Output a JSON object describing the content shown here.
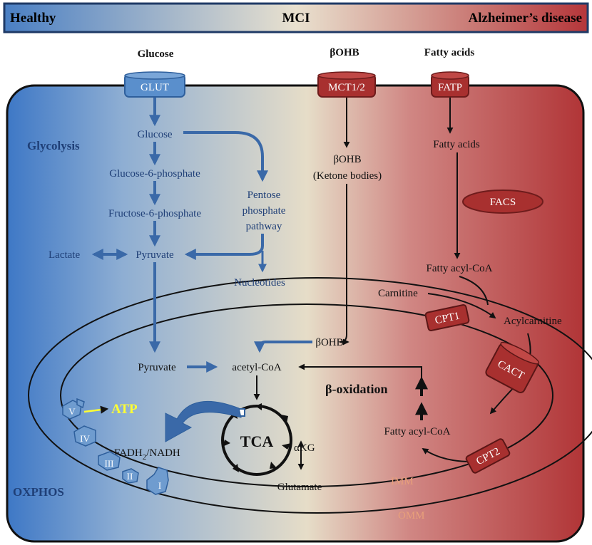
{
  "header": {
    "healthy": "Healthy",
    "mci": "MCI",
    "alzheimers": "Alzheimer’s disease"
  },
  "inputs": {
    "glucose": "Glucose",
    "bohb": "βOHB",
    "fatty_acids": "Fatty acids"
  },
  "transporters": {
    "glut": "GLUT",
    "mct": "MCT1/2",
    "fatp": "FATP"
  },
  "glycolysis": {
    "title": "Glycolysis",
    "glucose": "Glucose",
    "g6p": "Glucose-6-phosphate",
    "f6p": "Fructose-6-phosphate",
    "pyruvate": "Pyruvate",
    "lactate": "Lactate",
    "ppp": [
      "Pentose",
      "phosphate",
      "pathway"
    ],
    "nucleotides": "Nucleotides"
  },
  "ketone": {
    "bohb_cyto": "βOHB",
    "ketone_bodies": "(Ketone bodies)",
    "bohb_mito": "βOHB"
  },
  "fatty": {
    "fatty_acids": "Fatty acids",
    "facs": "FACS",
    "fatty_acyl_coa": "Fatty acyl-CoA",
    "carnitine": "Carnitine",
    "acylcarnitine": "Acylcarnitine",
    "cpt1": "CPT1",
    "cact": "CACT",
    "cpt2": "CPT2",
    "fatty_acyl_coa_mito": "Fatty acyl-CoA",
    "beta_oxidation": "β-oxidation"
  },
  "mito": {
    "pyruvate": "Pyruvate",
    "acetyl_coa": "acetyl-CoA",
    "tca": "TCA",
    "akg": "αKG",
    "glutamate": "Glutamate",
    "atp": "ATP",
    "fadh": "FADH",
    "fadh_sub": "2",
    "nadh": "/NADH",
    "imm": "IMM",
    "omm": "OMM",
    "oxphos": "OXPHOS"
  },
  "complexes": [
    "V",
    "IV",
    "III",
    "II",
    "I"
  ],
  "colors": {
    "blue": "#3b73bf",
    "beige": "#e6ddc8",
    "red": "#b43a3c",
    "dark_blue": "#2e5f9c",
    "dark_red": "#8a2426",
    "atp": "#ffff33",
    "membrane_label": "#e8a07a"
  }
}
